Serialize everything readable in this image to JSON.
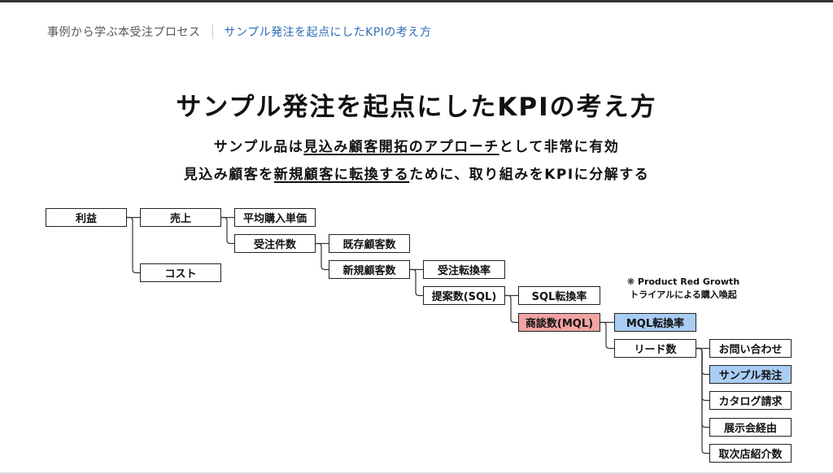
{
  "header": {
    "breadcrumb_parent": "事例から学ぶ本受注プロセス",
    "breadcrumb_current": "サンプル発注を起点にしたKPIの考え方"
  },
  "slide": {
    "title": "サンプル発注を起点にしたKPIの考え方",
    "subtitle_line1": {
      "a": "サンプル品は",
      "b": "見込み顧客開拓のアプローチ",
      "c": "として非常に有効"
    },
    "subtitle_line2": {
      "a": "見込み顧客を",
      "b": "新規顧客に転換する",
      "c": "ために、取り組みをKPIに分解する"
    },
    "note_line1": "❋ Product Red Growth",
    "note_line2": "トライアルによる購入喚起"
  },
  "colors": {
    "highlight_pink": "#f2a3a3",
    "highlight_blue": "#a9cdf4",
    "breadcrumb_blue": "#2f6db5"
  },
  "tree": {
    "profit": "利益",
    "sales": "売上",
    "avg_price": "平均購入単価",
    "cost": "コスト",
    "orders": "受注件数",
    "existing": "既存顧客数",
    "new_customers": "新規顧客数",
    "order_rate": "受注転換率",
    "sql": "提案数(SQL)",
    "sql_rate": "SQL転換率",
    "mql": "商談数(MQL)",
    "mql_rate": "MQL転換率",
    "leads": "リード数",
    "inquiry": "お問い合わせ",
    "sample": "サンプル発注",
    "catalog": "カタログ請求",
    "exhibition": "展示会経由",
    "agency": "取次店紹介数"
  }
}
